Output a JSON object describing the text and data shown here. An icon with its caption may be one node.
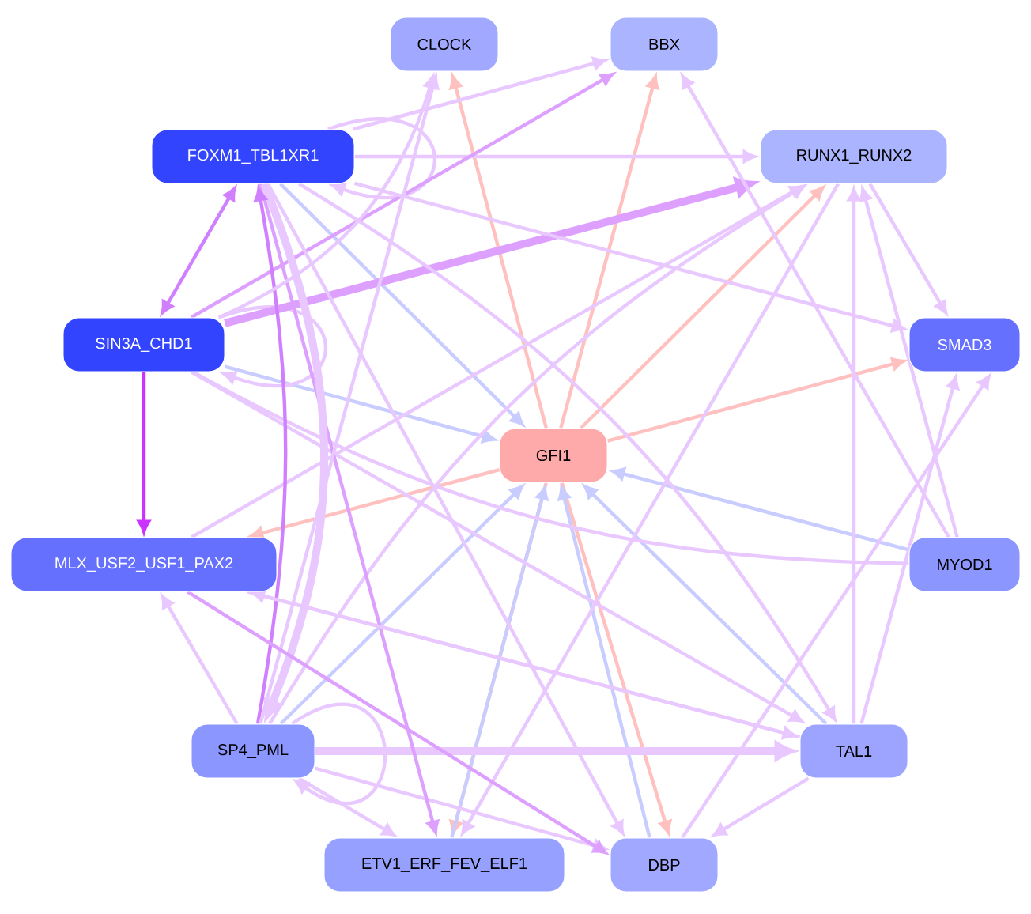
{
  "diagram": {
    "nodes": [
      {
        "text": [
          "CLOCK"
        ]
      },
      {
        "text": [
          "BBX"
        ]
      },
      {
        "text": [
          "FOXM1_TBL1XR1"
        ]
      },
      {
        "text": [
          "RUNX1_RUNX2"
        ]
      },
      {
        "text": [
          "SIN3A_CHD1"
        ]
      },
      {
        "text": [
          "SMAD3"
        ]
      },
      {
        "text": [
          "GFI1"
        ]
      },
      {
        "text": [
          "MLX_USF2_USF1_PAX2"
        ]
      },
      {
        "text": [
          "MYOD1"
        ]
      },
      {
        "text": [
          "SP4_PML"
        ]
      },
      {
        "text": [
          "TAL1"
        ]
      },
      {
        "text": [
          "ETV1_ERF_FEV_ELF1"
        ]
      },
      {
        "text": [
          "DBP"
        ]
      }
    ],
    "edges": [
      {
        "from": 6,
        "to": 0,
        "arrow": "to",
        "color": "#ffc0c0"
      },
      {
        "from": 6,
        "to": 1,
        "arrow": "to",
        "color": "#ffc0c0"
      },
      {
        "from": 6,
        "to": 3,
        "arrow": "to",
        "color": "#ffc0c0"
      },
      {
        "from": 6,
        "to": 5,
        "arrow": "to",
        "color": "#ffc0c0"
      },
      {
        "from": 6,
        "to": 7,
        "arrow": "to",
        "color": "#ffc0c0"
      },
      {
        "from": 6,
        "to": 11,
        "arrow": "to",
        "color": "#ffc0c0"
      },
      {
        "from": 6,
        "to": 12,
        "arrow": "to",
        "color": "#ffc0c0"
      },
      {
        "from": 2,
        "to": 6,
        "arrow": "to",
        "color": "#c8ccff"
      },
      {
        "from": 4,
        "to": 6,
        "arrow": "to",
        "color": "#c8ccff"
      },
      {
        "from": 8,
        "to": 6,
        "arrow": "to",
        "color": "#c8ccff"
      },
      {
        "from": 10,
        "to": 6,
        "arrow": "to",
        "color": "#c8ccff"
      },
      {
        "from": 9,
        "to": 6,
        "arrow": "to",
        "color": "#c8ccff"
      },
      {
        "from": 12,
        "to": 6,
        "arrow": "to",
        "color": "#c8ccff"
      },
      {
        "from": 11,
        "to": 6,
        "arrow": "to",
        "color": "#c8ccff"
      },
      {
        "from": 4,
        "to": 7,
        "arrow": "to",
        "color": "#cc33ff"
      },
      {
        "from": 4,
        "to": 2,
        "arrow": "both",
        "color": "#d080ff"
      },
      {
        "from": 2,
        "to": 2,
        "arrow": "to"
      },
      {
        "from": 4,
        "to": 4,
        "arrow": "to"
      },
      {
        "from": 9,
        "to": 9,
        "arrow": "to"
      },
      {
        "from": 2,
        "to": 1,
        "arrow": "to"
      },
      {
        "from": 2,
        "to": 3,
        "arrow": "to"
      },
      {
        "from": 4,
        "to": 1,
        "arrow": "to",
        "color": "#dda0ff"
      },
      {
        "from": 4,
        "to": 3,
        "arrow": "to",
        "style": "thick",
        "color": "#dda0ff"
      },
      {
        "from": 7,
        "to": 3,
        "arrow": "to"
      },
      {
        "from": 9,
        "to": 3,
        "arrow": "to"
      },
      {
        "from": 8,
        "to": 1,
        "arrow": "to"
      },
      {
        "from": 3,
        "to": 5,
        "arrow": "to"
      },
      {
        "from": 10,
        "to": 3,
        "arrow": "to"
      },
      {
        "from": 8,
        "to": 3,
        "arrow": "to"
      },
      {
        "from": 3,
        "to": 11,
        "arrow": "to"
      },
      {
        "from": 10,
        "to": 5,
        "arrow": "to"
      },
      {
        "from": 12,
        "to": 5,
        "arrow": "to"
      },
      {
        "from": 2,
        "to": 5,
        "arrow": "to"
      },
      {
        "from": 4,
        "to": 8,
        "arrow": "none"
      },
      {
        "from": 7,
        "to": 10,
        "arrow": "to"
      },
      {
        "from": 4,
        "to": 10,
        "arrow": "to"
      },
      {
        "from": 9,
        "to": 10,
        "arrow": "to",
        "style": "thick"
      },
      {
        "from": 9,
        "to": 12,
        "arrow": "to"
      },
      {
        "from": 9,
        "to": 11,
        "arrow": "to"
      },
      {
        "from": 10,
        "to": 12,
        "arrow": "to"
      },
      {
        "from": 2,
        "to": 12,
        "arrow": "to"
      },
      {
        "from": 2,
        "to": 11,
        "arrow": "to",
        "color": "#dda0ff"
      },
      {
        "from": 2,
        "to": 9,
        "arrow": "to",
        "style": "thick"
      },
      {
        "from": 9,
        "to": 2,
        "arrow": "to",
        "color": "#d080ff"
      },
      {
        "from": 9,
        "to": 0,
        "arrow": "to"
      },
      {
        "from": 7,
        "to": 12,
        "arrow": "to",
        "color": "#dda0ff"
      },
      {
        "from": 9,
        "to": 7,
        "arrow": "to"
      },
      {
        "from": 10,
        "to": 7,
        "arrow": "to"
      },
      {
        "from": 2,
        "to": 10,
        "arrow": "to"
      },
      {
        "from": 4,
        "to": 0,
        "arrow": "to"
      }
    ]
  }
}
